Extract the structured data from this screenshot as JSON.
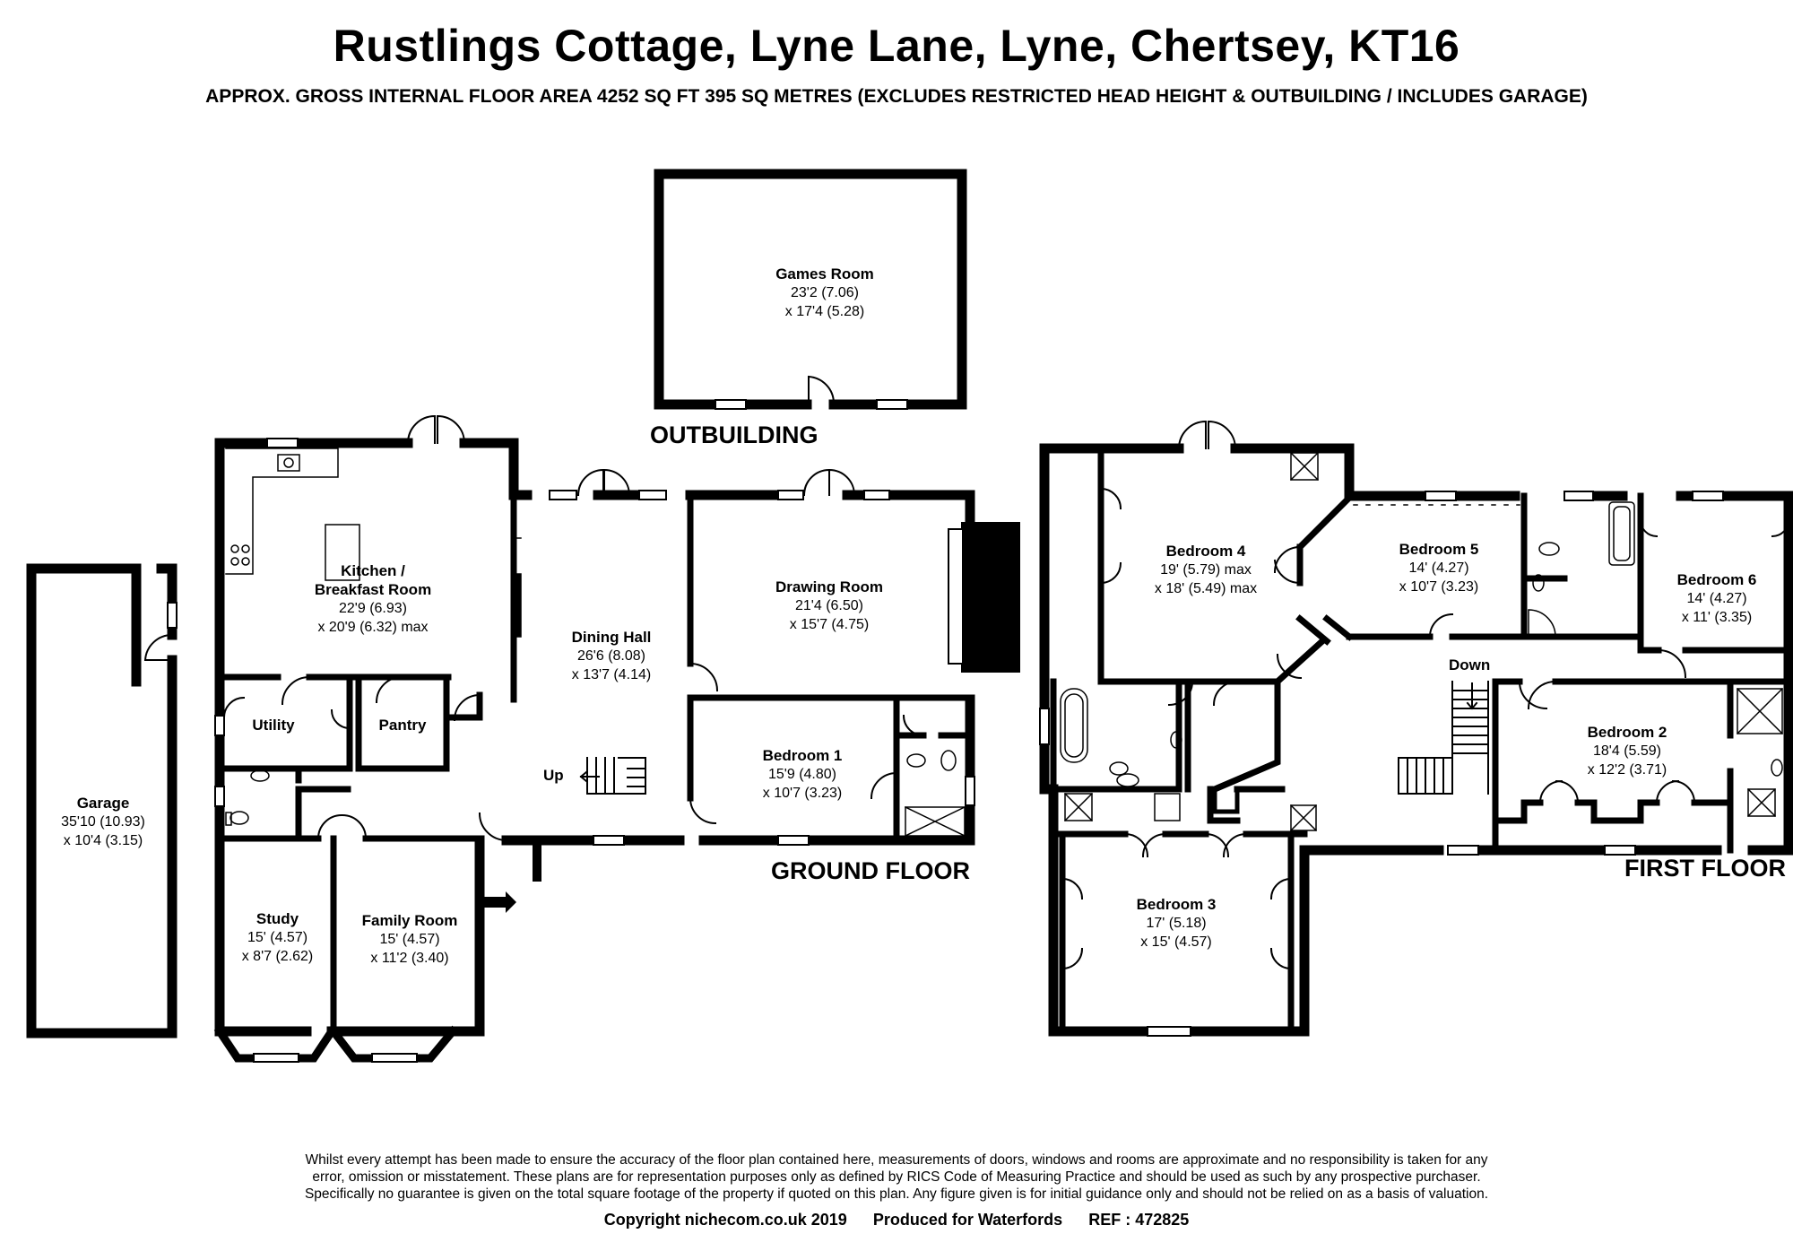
{
  "header": {
    "title": "Rustlings Cottage, Lyne Lane, Lyne, Chertsey, KT16",
    "subtitle": "APPROX. GROSS INTERNAL FLOOR AREA 4252 SQ FT 395 SQ METRES (EXCLUDES RESTRICTED HEAD HEIGHT & OUTBUILDING / INCLUDES GARAGE)"
  },
  "floors": {
    "outbuilding": "OUTBUILDING",
    "ground": "GROUND FLOOR",
    "first": "FIRST FLOOR"
  },
  "stairs": {
    "up": "Up",
    "down": "Down"
  },
  "rooms": {
    "games_room": {
      "name": "Games Room",
      "dim1": "23'2 (7.06)",
      "dim2": "x 17'4 (5.28)"
    },
    "kitchen": {
      "name1": "Kitchen /",
      "name2": "Breakfast Room",
      "dim1": "22'9 (6.93)",
      "dim2": "x 20'9 (6.32) max"
    },
    "dining_hall": {
      "name": "Dining Hall",
      "dim1": "26'6 (8.08)",
      "dim2": "x 13'7 (4.14)"
    },
    "drawing_room": {
      "name": "Drawing Room",
      "dim1": "21'4 (6.50)",
      "dim2": "x 15'7 (4.75)"
    },
    "bedroom_1": {
      "name": "Bedroom 1",
      "dim1": "15'9 (4.80)",
      "dim2": "x 10'7 (3.23)"
    },
    "utility": {
      "name": "Utility"
    },
    "pantry": {
      "name": "Pantry"
    },
    "garage": {
      "name": "Garage",
      "dim1": "35'10 (10.93)",
      "dim2": "x 10'4 (3.15)"
    },
    "study": {
      "name": "Study",
      "dim1": "15' (4.57)",
      "dim2": "x 8'7 (2.62)"
    },
    "family_room": {
      "name": "Family Room",
      "dim1": "15' (4.57)",
      "dim2": "x 11'2 (3.40)"
    },
    "bedroom_4": {
      "name": "Bedroom 4",
      "dim1": "19' (5.79) max",
      "dim2": "x 18' (5.49) max"
    },
    "bedroom_5": {
      "name": "Bedroom 5",
      "dim1": "14' (4.27)",
      "dim2": "x 10'7 (3.23)"
    },
    "bedroom_6": {
      "name": "Bedroom 6",
      "dim1": "14' (4.27)",
      "dim2": "x 11' (3.35)"
    },
    "bedroom_2": {
      "name": "Bedroom 2",
      "dim1": "18'4 (5.59)",
      "dim2": "x 12'2 (3.71)"
    },
    "bedroom_3": {
      "name": "Bedroom 3",
      "dim1": "17' (5.18)",
      "dim2": "x 15' (4.57)"
    }
  },
  "disclaimer": {
    "line1": "Whilst every attempt has been made to ensure the accuracy of the floor plan contained here, measurements of doors, windows and rooms are approximate and no responsibility is taken for any",
    "line2": "error, omission or misstatement. These plans are for representation purposes only as defined by RICS Code of Measuring Practice and should be used as such by any prospective purchaser.",
    "line3": "Specifically no guarantee is given on the total square footage of the property if quoted on this plan. Any figure given is for initial guidance only and should not be relied on as a basis of valuation."
  },
  "footer": {
    "copyright": "Copyright nichecom.co.uk 2019",
    "produced": "Produced for Waterfords",
    "ref": "REF : 472825"
  }
}
